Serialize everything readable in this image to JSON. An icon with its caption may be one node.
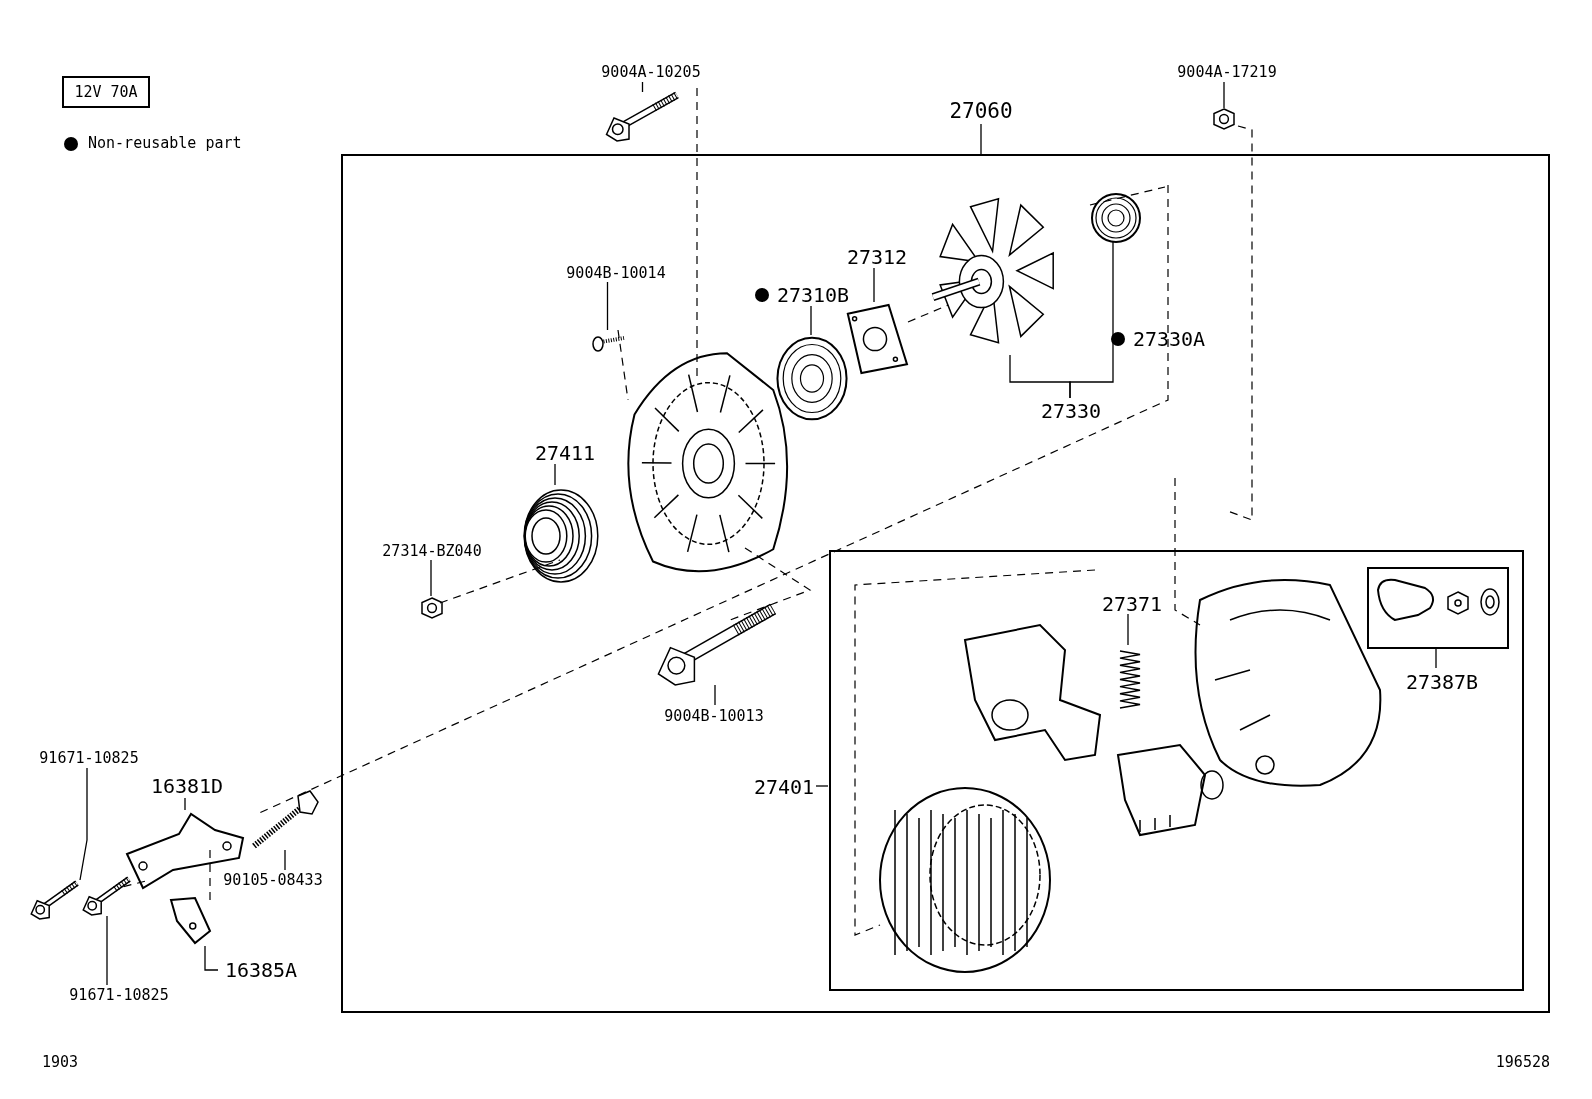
{
  "diagram": {
    "nodes": [
      {
        "text": [
          "12V 70A"
        ]
      },
      {
        "text": [
          "27060"
        ]
      },
      {
        "text": [],
        "shape": "box"
      },
      {
        "text": [
          "9004A-10205"
        ]
      },
      {
        "text": [],
        "shape": "picture"
      },
      {
        "text": [
          "9004A-17219"
        ]
      },
      {
        "text": [],
        "shape": "picture"
      },
      {
        "text": [
          "9004B-10014"
        ],
        "in": 2
      },
      {
        "text": [],
        "shape": "picture",
        "in": 2
      },
      {
        "text": [
          "27310B"
        ],
        "in": 2
      },
      {
        "text": [],
        "shape": "picture",
        "in": 2
      },
      {
        "text": [
          "27312"
        ],
        "in": 2
      },
      {
        "text": [],
        "shape": "picture",
        "in": 2
      },
      {
        "text": [
          "27330A"
        ],
        "in": 2
      },
      {
        "text": [],
        "shape": "picture",
        "in": 2
      },
      {
        "text": [
          "27330"
        ],
        "in": 2
      },
      {
        "text": [],
        "shape": "picture",
        "in": 2
      },
      {
        "text": [
          "27411"
        ],
        "in": 2
      },
      {
        "text": [],
        "shape": "picture",
        "in": 2
      },
      {
        "text": [
          "27314-BZ040"
        ],
        "in": 2
      },
      {
        "text": [],
        "shape": "picture",
        "in": 2
      },
      {
        "text": [
          "9004B-10013"
        ],
        "in": 2
      },
      {
        "text": [],
        "shape": "picture",
        "in": 2
      },
      {
        "text": [],
        "shape": "picture",
        "in": 2
      },
      {
        "text": [],
        "shape": "box",
        "in": 2
      },
      {
        "text": [
          "27401"
        ],
        "in": 2
      },
      {
        "text": [
          "27371"
        ],
        "in": 24
      },
      {
        "text": [],
        "shape": "picture",
        "in": 24
      },
      {
        "text": [],
        "shape": "box",
        "in": 24
      },
      {
        "text": [
          "27387B"
        ],
        "in": 24
      },
      {
        "text": [
          "91671-10825"
        ]
      },
      {
        "text": [],
        "shape": "picture"
      },
      {
        "text": [
          "16381D"
        ]
      },
      {
        "text": [],
        "shape": "picture"
      },
      {
        "text": [
          "90105-08433"
        ]
      },
      {
        "text": [],
        "shape": "picture"
      },
      {
        "text": [
          "91671-10825"
        ]
      },
      {
        "text": [],
        "shape": "picture"
      },
      {
        "text": [
          "16385A"
        ]
      },
      {
        "text": [],
        "shape": "picture"
      }
    ],
    "edges": [
      {
        "from": 1,
        "to": 2,
        "arrow": "none"
      },
      {
        "from": 3,
        "to": 4,
        "arrow": "none"
      },
      {
        "from": 5,
        "to": 6,
        "arrow": "none"
      },
      {
        "from": 7,
        "to": 8,
        "arrow": "none"
      },
      {
        "from": 9,
        "to": 10,
        "arrow": "none"
      },
      {
        "from": 11,
        "to": 12,
        "arrow": "none"
      },
      {
        "from": 15,
        "to": 16,
        "arrow": "none"
      },
      {
        "from": 15,
        "to": 14,
        "arrow": "none"
      },
      {
        "from": 17,
        "to": 18,
        "arrow": "none"
      },
      {
        "from": 19,
        "to": 20,
        "arrow": "none"
      },
      {
        "from": 21,
        "to": 22,
        "arrow": "none"
      },
      {
        "from": 25,
        "to": 24,
        "arrow": "none"
      },
      {
        "from": 26,
        "to": 27,
        "arrow": "none"
      },
      {
        "from": 29,
        "to": 28,
        "arrow": "none"
      },
      {
        "from": 30,
        "to": 31,
        "arrow": "none"
      },
      {
        "from": 32,
        "to": 33,
        "arrow": "none"
      },
      {
        "from": 34,
        "to": 35,
        "arrow": "none"
      },
      {
        "from": 36,
        "to": 37,
        "arrow": "none"
      },
      {
        "from": 38,
        "to": 39,
        "arrow": "none"
      }
    ],
    "labels": [
      "1903",
      "196528"
    ],
    "legend": [
      {
        "text": "Non-reusable part"
      }
    ]
  }
}
